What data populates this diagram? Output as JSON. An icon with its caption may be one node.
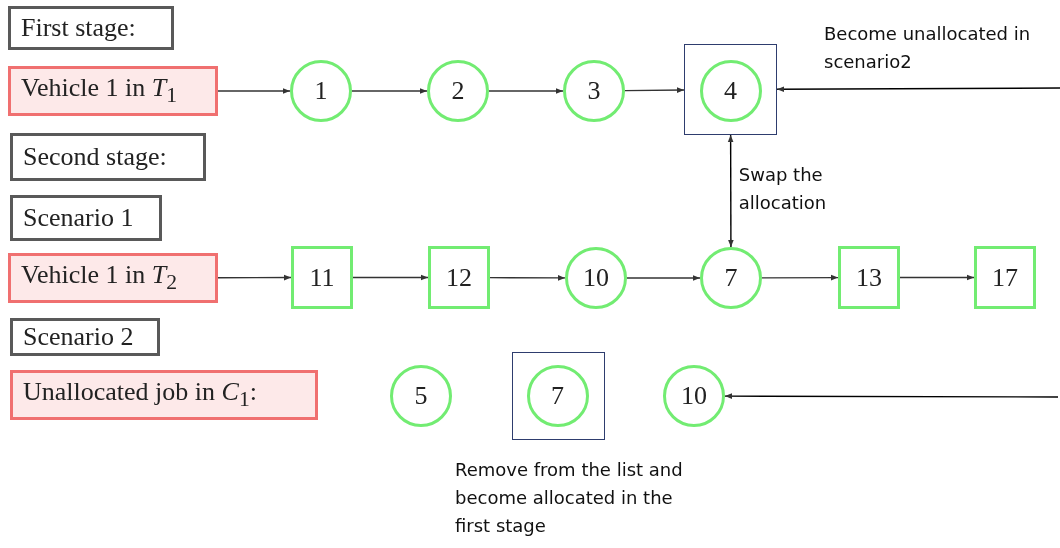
{
  "diagram": {
    "nodes": [
      {
        "text": [
          "First stage:"
        ]
      },
      {
        "text": [
          "Vehicle 1 in *T*$_{1}$"
        ]
      },
      {
        "text": [
          "1"
        ]
      },
      {
        "text": [
          "2"
        ]
      },
      {
        "text": [
          "3"
        ]
      },
      {
        "text": [],
        "shape": "box"
      },
      {
        "text": [
          "4"
        ],
        "in": 5
      },
      {
        "text": [
          "Second stage:"
        ]
      },
      {
        "text": [
          "Scenario 1"
        ]
      },
      {
        "text": [
          "Vehicle 1 in *T*$_{2}$"
        ]
      },
      {
        "text": [
          "11"
        ]
      },
      {
        "text": [
          "12"
        ]
      },
      {
        "text": [
          "10"
        ]
      },
      {
        "text": [
          "7"
        ]
      },
      {
        "text": [
          "13"
        ]
      },
      {
        "text": [
          "17"
        ]
      },
      {
        "text": [
          "Scenario 2"
        ]
      },
      {
        "text": [
          "Unallocated job in *C*$_{1}$:"
        ]
      },
      {
        "text": [
          "5"
        ]
      },
      {
        "text": [],
        "shape": "box"
      },
      {
        "text": [
          "7"
        ],
        "in": 19
      },
      {
        "text": [
          "10"
        ]
      }
    ],
    "edges": [
      {
        "from": 1,
        "to": 2,
        "arrow": "to"
      },
      {
        "from": 2,
        "to": 3,
        "arrow": "to"
      },
      {
        "from": 3,
        "to": 4,
        "arrow": "to"
      },
      {
        "from": 4,
        "to": 5,
        "arrow": "to"
      },
      {
        "from": null,
        "to": 5,
        "arrow": "to"
      },
      {
        "from": 5,
        "to": 13,
        "arrow": "both",
        "label": "Swap the allocation"
      },
      {
        "from": 9,
        "to": 10,
        "arrow": "to"
      },
      {
        "from": 10,
        "to": 11,
        "arrow": "to"
      },
      {
        "from": 11,
        "to": 12,
        "arrow": "to"
      },
      {
        "from": 12,
        "to": 13,
        "arrow": "to"
      },
      {
        "from": 13,
        "to": 14,
        "arrow": "to"
      },
      {
        "from": 14,
        "to": 15,
        "arrow": "to"
      },
      {
        "from": null,
        "to": 21,
        "arrow": "to"
      }
    ],
    "labels": [
      "Become unallocated in scenario2",
      "Remove from the list and become allocated in the first stage"
    ]
  }
}
